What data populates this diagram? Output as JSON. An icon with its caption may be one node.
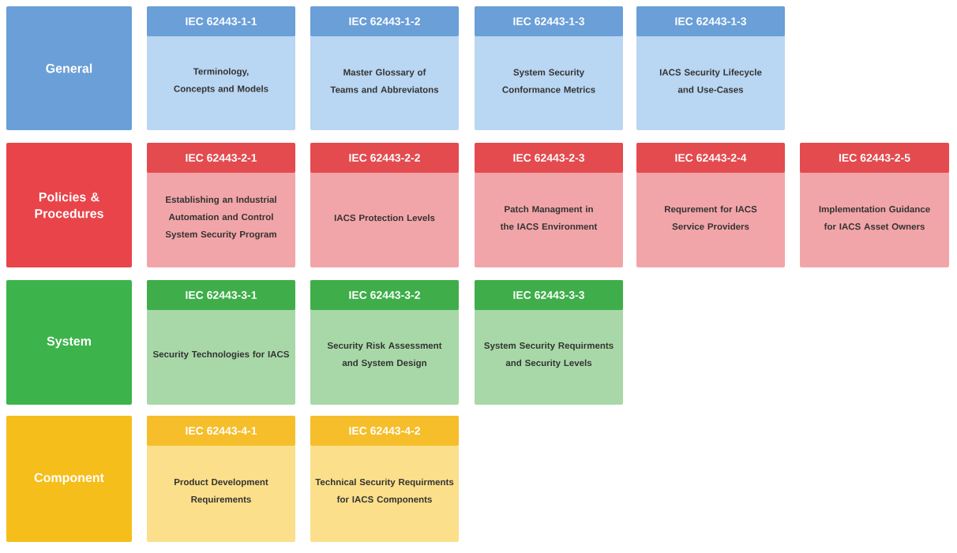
{
  "diagram": {
    "nodes": [
      {
        "text": [
          "General"
        ]
      },
      {
        "text": [
          "IEC 62443-1-1",
          "Terminology, Concepts and Models"
        ]
      },
      {
        "text": [
          "IEC 62443-1-2",
          "Master Glossary of Teams and Abbreviatons"
        ]
      },
      {
        "text": [
          "IEC 62443-1-3",
          "System Security Conformance Metrics"
        ]
      },
      {
        "text": [
          "IEC 62443-1-3",
          "IACS Security Lifecycle and Use-Cases"
        ]
      },
      {
        "text": [
          "Policies & Procedures"
        ]
      },
      {
        "text": [
          "IEC 62443-2-1",
          "Establishing an Industrial Automation and Control System Security Program"
        ]
      },
      {
        "text": [
          "IEC 62443-2-2",
          "IACS Protection Levels"
        ]
      },
      {
        "text": [
          "IEC 62443-2-3",
          "Patch Managment in the IACS Environment"
        ]
      },
      {
        "text": [
          "IEC 62443-2-4",
          "Requrement for IACS Service Providers"
        ]
      },
      {
        "text": [
          "IEC 62443-2-5",
          "Implementation Guidance for IACS Asset Owners"
        ]
      },
      {
        "text": [
          "System"
        ]
      },
      {
        "text": [
          "IEC 62443-3-1",
          "Security Technologies for IACS"
        ]
      },
      {
        "text": [
          "IEC 62443-3-2",
          "Security Risk Assessment and System Design"
        ]
      },
      {
        "text": [
          "IEC 62443-3-3",
          "System Security Requirments and Security Levels"
        ]
      },
      {
        "text": [
          "Component"
        ]
      },
      {
        "text": [
          "IEC 62443-4-1",
          "Product Development Requirements"
        ]
      },
      {
        "text": [
          "IEC 62443-4-2",
          "Technical Security Requirments for IACS Components"
        ]
      }
    ]
  }
}
